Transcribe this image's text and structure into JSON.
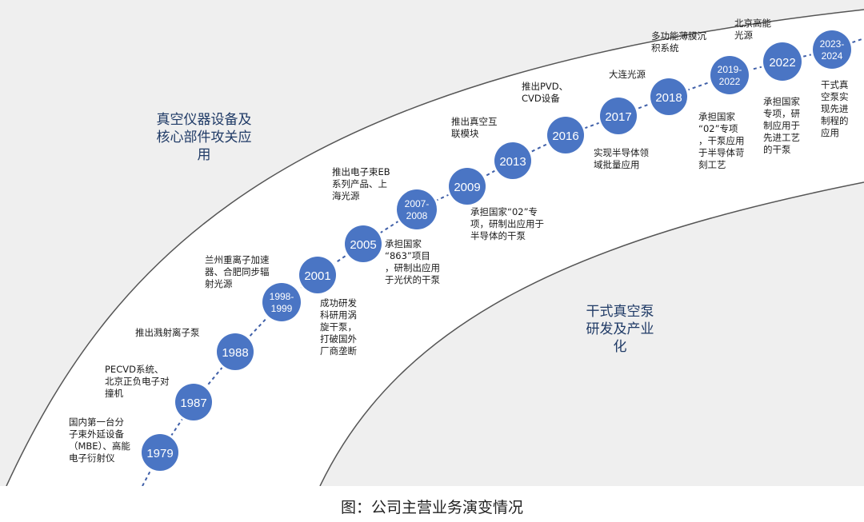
{
  "regions": {
    "upper_title": "真空仪器设备及\n核心部件攻关应\n用",
    "lower_title": "干式真空泵\n研发及产业\n化"
  },
  "milestones": [
    {
      "year": "1979",
      "label": "国内第一台分\n子束外延设备\n（MBE）、高能\n电子衍射仪"
    },
    {
      "year": "1987",
      "label": "PECVD系统、\n北京正负电子对\n撞机"
    },
    {
      "year": "1988",
      "label": "推出溅射离子泵"
    },
    {
      "year": "1998-\n1999",
      "label": "兰州重离子加速\n器、合肥同步辐\n射光源"
    },
    {
      "year": "2001",
      "label": "成功研发\n科研用涡\n旋干泵，\n打破国外\n厂商垄断"
    },
    {
      "year": "2005",
      "label": "承担国家\n“863”项目\n，研制出应用\n于光伏的干泵"
    },
    {
      "year": "2007-\n2008",
      "label": "推出电子束EB\n系列产品、上\n海光源"
    },
    {
      "year": "2009",
      "label": "承担国家“02”专\n项，研制出应用于\n半导体的干泵"
    },
    {
      "year": "2013",
      "label": "推出真空互\n联模块"
    },
    {
      "year": "2016",
      "label": "推出PVD、\nCVD设备"
    },
    {
      "year": "2017",
      "label": "实现半导体领\n域批量应用"
    },
    {
      "year": "2018",
      "label": "大连光源"
    },
    {
      "year": "2019-\n2022",
      "label": "承担国家\n“02”专项\n，干泵应用\n于半导体苛\n刻工艺"
    },
    {
      "year": "2022",
      "label": "承担国家\n专项，研\n制应用于\n先进工艺\n的干泵"
    },
    {
      "year": "2022",
      "label": "多功能薄膜沉\n积系统"
    },
    {
      "year": "2022",
      "label": "北京高能\n光源"
    },
    {
      "year": "2023-\n2024",
      "label": "干式真\n空泵实\n现先进\n制程的\n应用"
    }
  ],
  "caption": "图：公司主营业务演变情况",
  "colors": {
    "background": "#efefef",
    "band": "#ffffff",
    "node_fill": "#4a75c4",
    "node_ring": "#ffffff",
    "dash_line": "#3f5fa8",
    "region_text": "#1f3a66"
  }
}
